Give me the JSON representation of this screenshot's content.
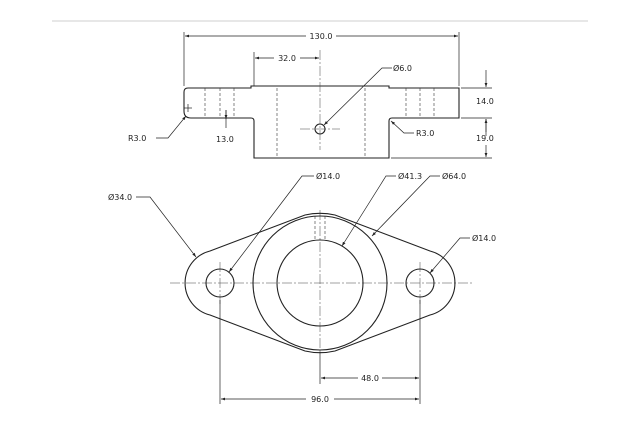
{
  "dimensions": {
    "overall_width": "130.0",
    "boss_offset": "32.0",
    "hole_small": "Ø6.0",
    "flange_thickness": "14.0",
    "boss_height": "19.0",
    "left_fillet": "R3.0",
    "right_fillet": "R3.0",
    "flange_height": "13.0",
    "bolt_hole_left": "Ø14.0",
    "bore": "Ø41.3",
    "boss_od": "Ø64.0",
    "lobe_dia": "Ø34.0",
    "bolt_hole_right": "Ø14.0",
    "half_span": "48.0",
    "full_span": "96.0"
  }
}
